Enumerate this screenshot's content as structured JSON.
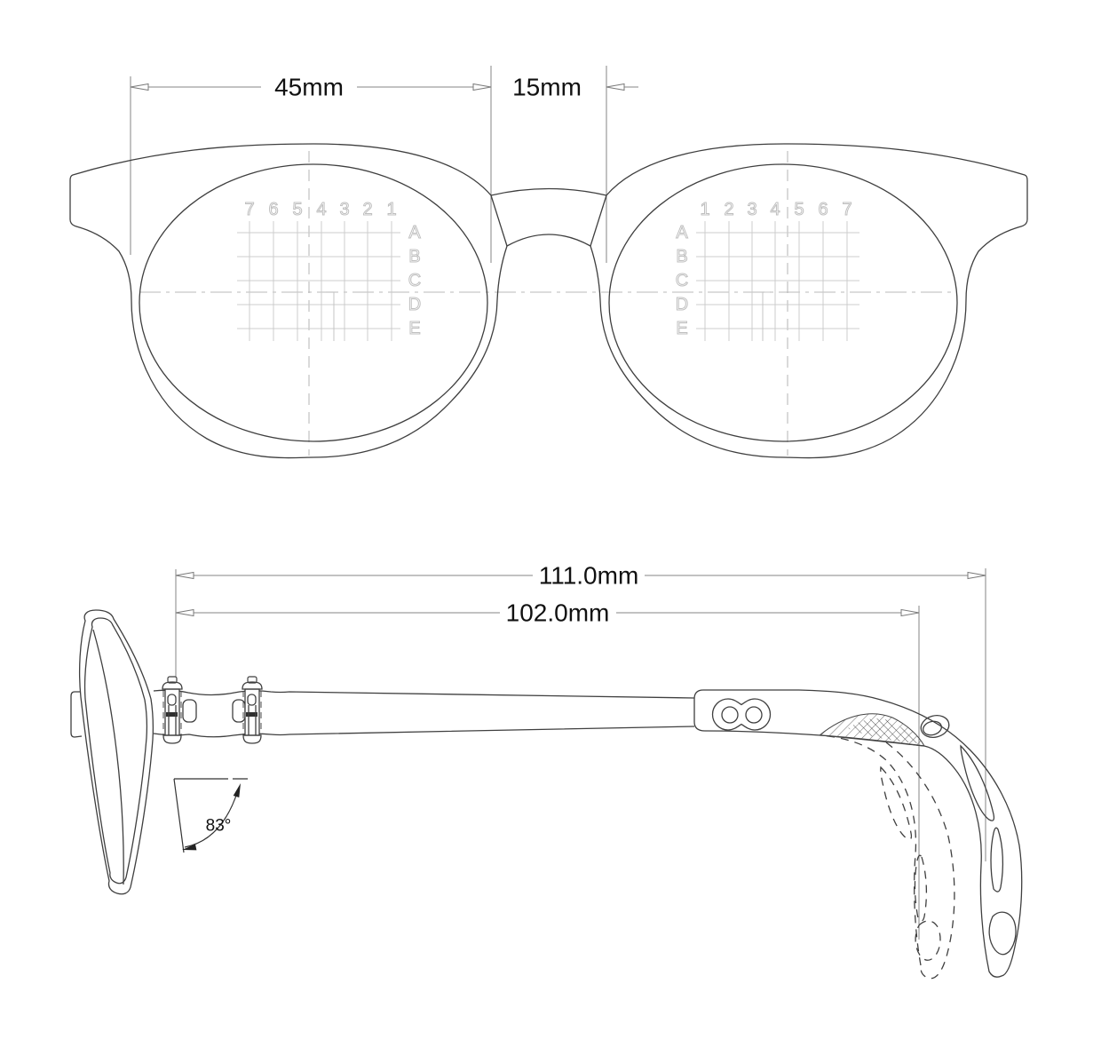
{
  "front_view": {
    "dim_lens_width": "45mm",
    "dim_bridge_width": "15mm",
    "left_grid": {
      "columns": [
        "7",
        "6",
        "5",
        "4",
        "3",
        "2",
        "1"
      ],
      "rows": [
        "A",
        "B",
        "C",
        "D",
        "E"
      ]
    },
    "right_grid": {
      "columns": [
        "1",
        "2",
        "3",
        "4",
        "5",
        "6",
        "7"
      ],
      "rows": [
        "A",
        "B",
        "C",
        "D",
        "E"
      ]
    }
  },
  "side_view": {
    "dim_total_temple_length": "111.0mm",
    "dim_front_temple_length": "102.0mm",
    "pantoscopic_angle": "83°"
  },
  "colors": {
    "background": "#ffffff",
    "frame_line": "#3f3f3f",
    "dimension_line": "#858585",
    "grid_line": "#cccccc",
    "grid_label": "#bfbfbf",
    "text": "#111111"
  }
}
